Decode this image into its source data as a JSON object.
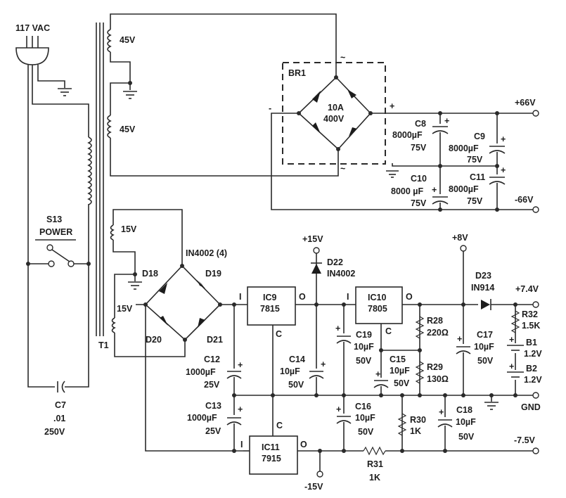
{
  "title": "Dual power supply schematic",
  "labels": {
    "plug": "117 VAC",
    "transformer": "T1",
    "sec1": "45V",
    "sec2": "45V",
    "sec3": "15V",
    "sec4": "15V",
    "switch_ref": "S13",
    "switch_name": "POWER",
    "c7_ref": "C7",
    "c7_val": ".01",
    "c7_volt": "250V",
    "br1_ref": "BR1",
    "br1_amp": "10A",
    "br1_volt": "400V",
    "ac_top": "~",
    "ac_bottom": "~",
    "br1_minus": "-",
    "br1_plus": "+",
    "c8_ref": "C8",
    "c8_val": "8000µF",
    "c8_volt": "75V",
    "c9_ref": "C9",
    "c9_val": "8000µF",
    "c9_volt": "75V",
    "c10_ref": "C10",
    "c10_val": "8000 µF",
    "c10_volt": "75V",
    "c11_ref": "C11",
    "c11_val": "8000µF",
    "c11_volt": "75V",
    "out_p66": "+66V",
    "out_m66": "-66V",
    "bridge2_type": "IN4002 (4)",
    "d18": "D18",
    "d19": "D19",
    "d20": "D20",
    "d21": "D21",
    "c12_ref": "C12",
    "c12_val": "1000µF",
    "c12_volt": "25V",
    "c13_ref": "C13",
    "c13_val": "1000µF",
    "c13_volt": "25V",
    "ic9_ref": "IC9",
    "ic9_part": "7815",
    "ic10_ref": "IC10",
    "ic10_part": "7805",
    "ic11_ref": "IC11",
    "ic11_part": "7915",
    "pin_i": "I",
    "pin_o": "O",
    "pin_c": "C",
    "out_p15": "+15V",
    "d22_ref": "D22",
    "d22_part": "IN4002",
    "c14_ref": "C14",
    "c14_val": "10µF",
    "c14_volt": "50V",
    "c19_ref": "C19",
    "c19_val": "10µF",
    "c19_volt": "50V",
    "c15_ref": "C15",
    "c15_val": "10µF",
    "c15_volt": "50V",
    "c16_ref": "C16",
    "c16_val": "10µF",
    "c16_volt": "50V",
    "c17_ref": "C17",
    "c17_val": "10µF",
    "c17_volt": "50V",
    "c18_ref": "C18",
    "c18_val": "10µF",
    "c18_volt": "50V",
    "r28_ref": "R28",
    "r28_val": "220Ω",
    "r29_ref": "R29",
    "r29_val": "130Ω",
    "r30_ref": "R30",
    "r30_val": "1K",
    "r31_ref": "R31",
    "r31_val": "1K",
    "r32_ref": "R32",
    "r32_val": "1.5K",
    "out_p8": "+8V",
    "d23_ref": "D23",
    "d23_part": "IN914",
    "out_p74": "+7.4V",
    "b1_ref": "B1",
    "b1_volt": "1.2V",
    "b2_ref": "B2",
    "b2_volt": "1.2V",
    "out_gnd": "GND",
    "out_m75": "-7.5V",
    "out_m15": "-15V",
    "plus": "+"
  }
}
